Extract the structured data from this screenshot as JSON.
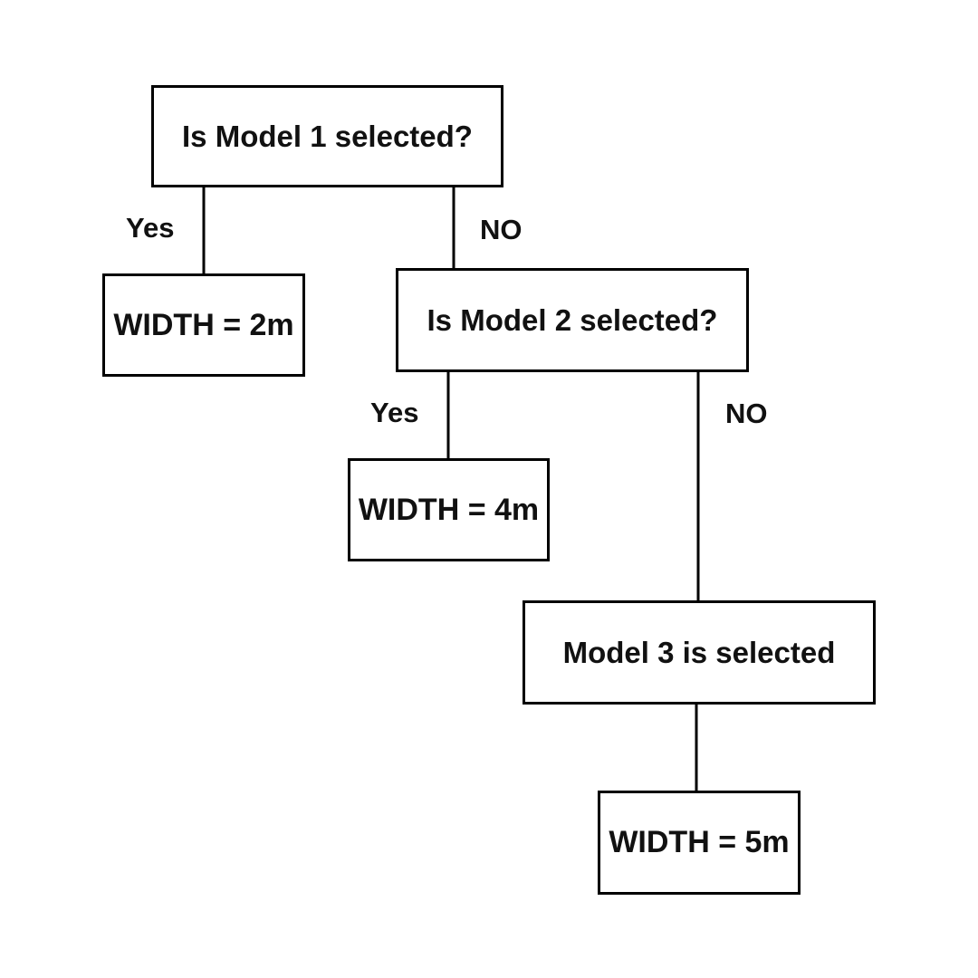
{
  "nodes": {
    "q1": "Is Model 1 selected?",
    "w2": "WIDTH = 2m",
    "q2": "Is Model 2 selected?",
    "w4": "WIDTH = 4m",
    "m3": "Model 3 is selected",
    "w5": "WIDTH = 5m"
  },
  "edges": {
    "q1_yes": "Yes",
    "q1_no": "NO",
    "q2_yes": "Yes",
    "q2_no": "NO"
  },
  "colors": {
    "stroke": "#000000",
    "text": "#111111",
    "background": "#ffffff"
  }
}
